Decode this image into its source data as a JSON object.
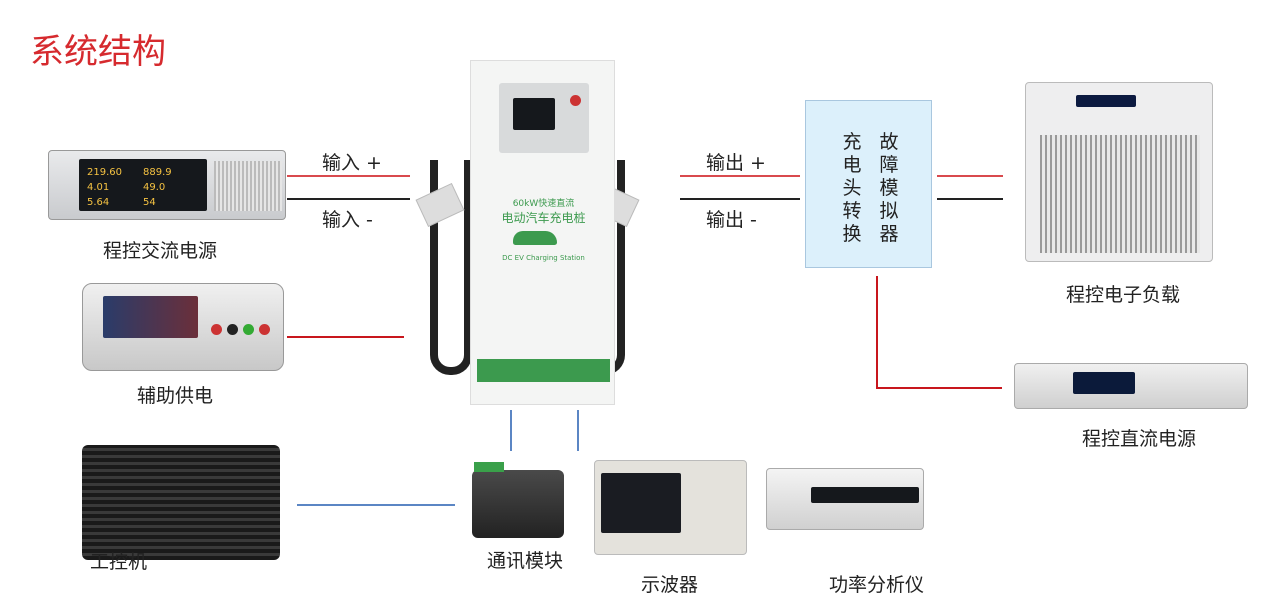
{
  "title": "系统结构",
  "devices": {
    "ac_source": "程控交流电源",
    "aux_supply": "辅助供电",
    "ipc": "工控机",
    "comm_module": "通讯模块",
    "oscilloscope": "示波器",
    "power_analyzer": "功率分析仪",
    "electronic_load": "程控电子负载",
    "dc_source": "程控直流电源"
  },
  "ac_screen": [
    "219.60",
    "889.9",
    "4.01",
    "49.0",
    "5.64",
    "54"
  ],
  "charger": {
    "line1": "60kW快速直流",
    "line2": "电动汽车充电桩",
    "line3": "DC EV Charging Station"
  },
  "connections": {
    "in_plus": "输入 +",
    "in_minus": "输入 -",
    "out_plus": "输出 +",
    "out_minus": "输出 -"
  },
  "simulator": {
    "col1": "充电头转换",
    "col2": "故障模拟器"
  },
  "colors": {
    "title": "#d62a2e",
    "positive": "#d94a4e",
    "negative": "#222222",
    "comm": "#5b86c4",
    "charger_green": "#3c9a4e"
  }
}
